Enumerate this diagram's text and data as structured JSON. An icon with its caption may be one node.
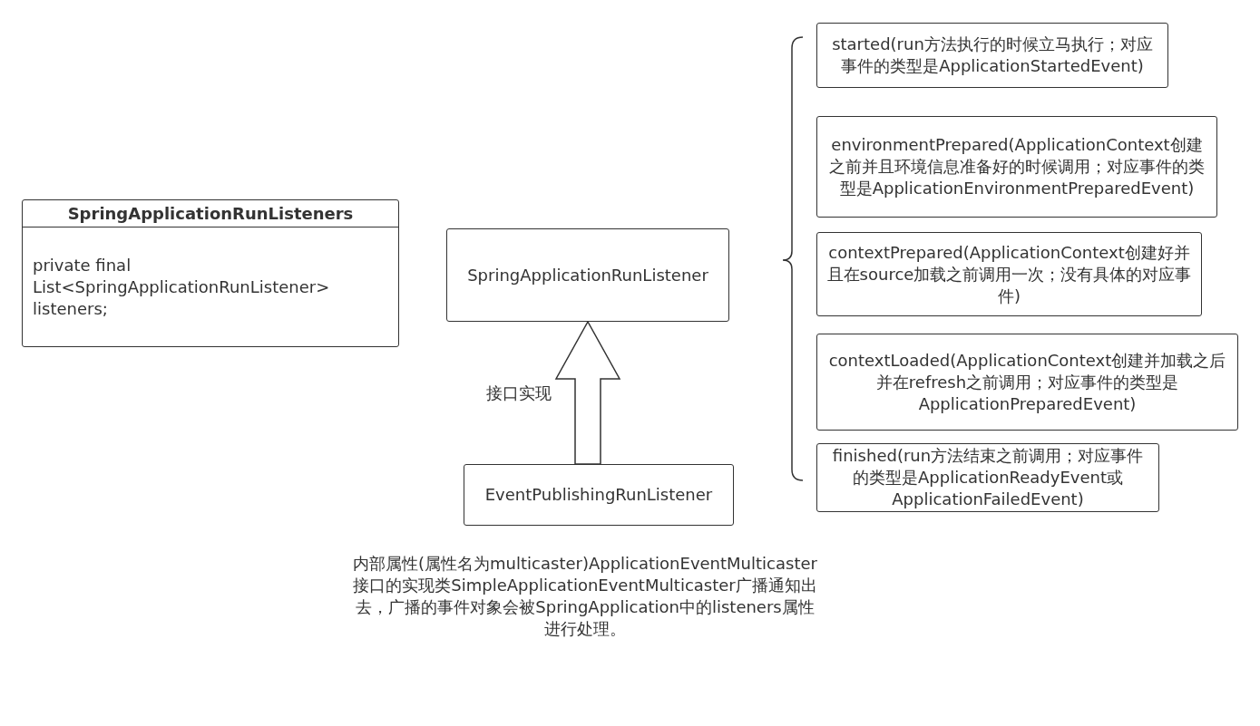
{
  "diagram": {
    "nodes": [
      {
        "text": [
          "SpringApplicationRunListeners",
          "private final List<SpringApplicationRunListener> listeners;"
        ]
      },
      {
        "text": [
          "SpringApplicationRunListener"
        ]
      },
      {
        "text": [
          "EventPublishingRunListener"
        ]
      },
      {
        "text": [
          "started(run方法执行的时候立马执行；对应事件的类型是ApplicationStartedEvent)"
        ]
      },
      {
        "text": [
          "environmentPrepared(ApplicationContext创建之前并且环境信息准备好的时候调用；对应事件的类型是ApplicationEnvironmentPreparedEvent)"
        ]
      },
      {
        "text": [
          "contextPrepared(ApplicationContext创建好并且在source加载之前调用一次；没有具体的对应事件)"
        ]
      },
      {
        "text": [
          "contextLoaded(ApplicationContext创建并加载之后并在refresh之前调用；对应事件的类型是ApplicationPreparedEvent)"
        ]
      },
      {
        "text": [
          "finished(run方法结束之前调用；对应事件的类型是ApplicationReadyEvent或ApplicationFailedEvent)"
        ]
      }
    ],
    "edges": [
      {
        "from": 2,
        "to": 1,
        "arrow": "to",
        "label": "接口实现",
        "style": "thick"
      }
    ],
    "labels": [
      "内部属性(属性名为multicaster)ApplicationEventMulticaster接口的实现类SimpleApplicationEventMulticaster广播通知出去，广播的事件对象会被SpringApplication中的listeners属性进行处理。"
    ]
  }
}
